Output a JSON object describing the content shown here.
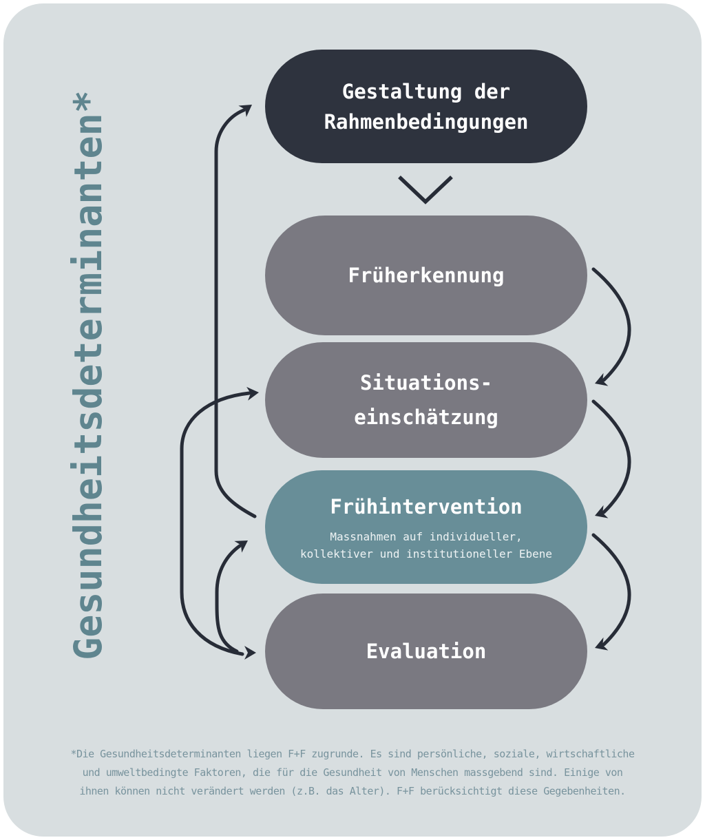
{
  "page": {
    "background": "#ffffff",
    "panel_background": "#d8dee0",
    "arrow_color": "#272c37"
  },
  "side_label": {
    "text": "Gesundheitsdeterminanten*",
    "color": "#5f858f"
  },
  "flow": {
    "nodes": [
      {
        "id": "rahmenbedingungen",
        "label": "Gestaltung der Rahmenbedingungen",
        "label_lines": [
          "Gestaltung der",
          "Rahmenbedingungen"
        ],
        "fill": "#2e333e",
        "text_color": "#ffffff"
      },
      {
        "id": "frueherkennung",
        "label": "Früherkennung",
        "fill": "#7a7981",
        "text_color": "#ffffff"
      },
      {
        "id": "situationseinschaetzung",
        "label": "Situationseinschätzung",
        "label_lines": [
          "Situations-",
          "einschätzung"
        ],
        "fill": "#7a7981",
        "text_color": "#ffffff"
      },
      {
        "id": "fruehintervention",
        "label": "Frühintervention",
        "sublabel_lines": [
          "Massnahmen auf individueller,",
          "kollektiver und institutioneller Ebene"
        ],
        "fill": "#688e98",
        "text_color": "#ffffff"
      },
      {
        "id": "evaluation",
        "label": "Evaluation",
        "fill": "#7a7981",
        "text_color": "#ffffff"
      }
    ],
    "edges": [
      {
        "from": "rahmenbedingungen",
        "to": "frueherkennung",
        "style": "chevron-down"
      },
      {
        "from": "frueherkennung",
        "to": "situationseinschaetzung",
        "side": "right"
      },
      {
        "from": "situationseinschaetzung",
        "to": "fruehintervention",
        "side": "right"
      },
      {
        "from": "fruehintervention",
        "to": "evaluation",
        "side": "right"
      },
      {
        "from": "fruehintervention",
        "to": "rahmenbedingungen",
        "side": "left"
      },
      {
        "from": "evaluation",
        "to": "situationseinschaetzung",
        "side": "left"
      },
      {
        "from": "evaluation",
        "to": "fruehintervention",
        "side": "left",
        "bidirectional": true
      }
    ]
  },
  "footnote": {
    "color": "#78939d",
    "lines": [
      "*Die Gesundheitsdeterminanten liegen F+F zugrunde. Es sind persönliche, soziale, wirtschaftliche",
      "und umweltbedingte Faktoren, die für die Gesundheit von Menschen massgebend sind. Einige von",
      "ihnen können nicht verändert werden (z.B. das Alter). F+F berücksichtigt diese Gegebenheiten."
    ]
  }
}
